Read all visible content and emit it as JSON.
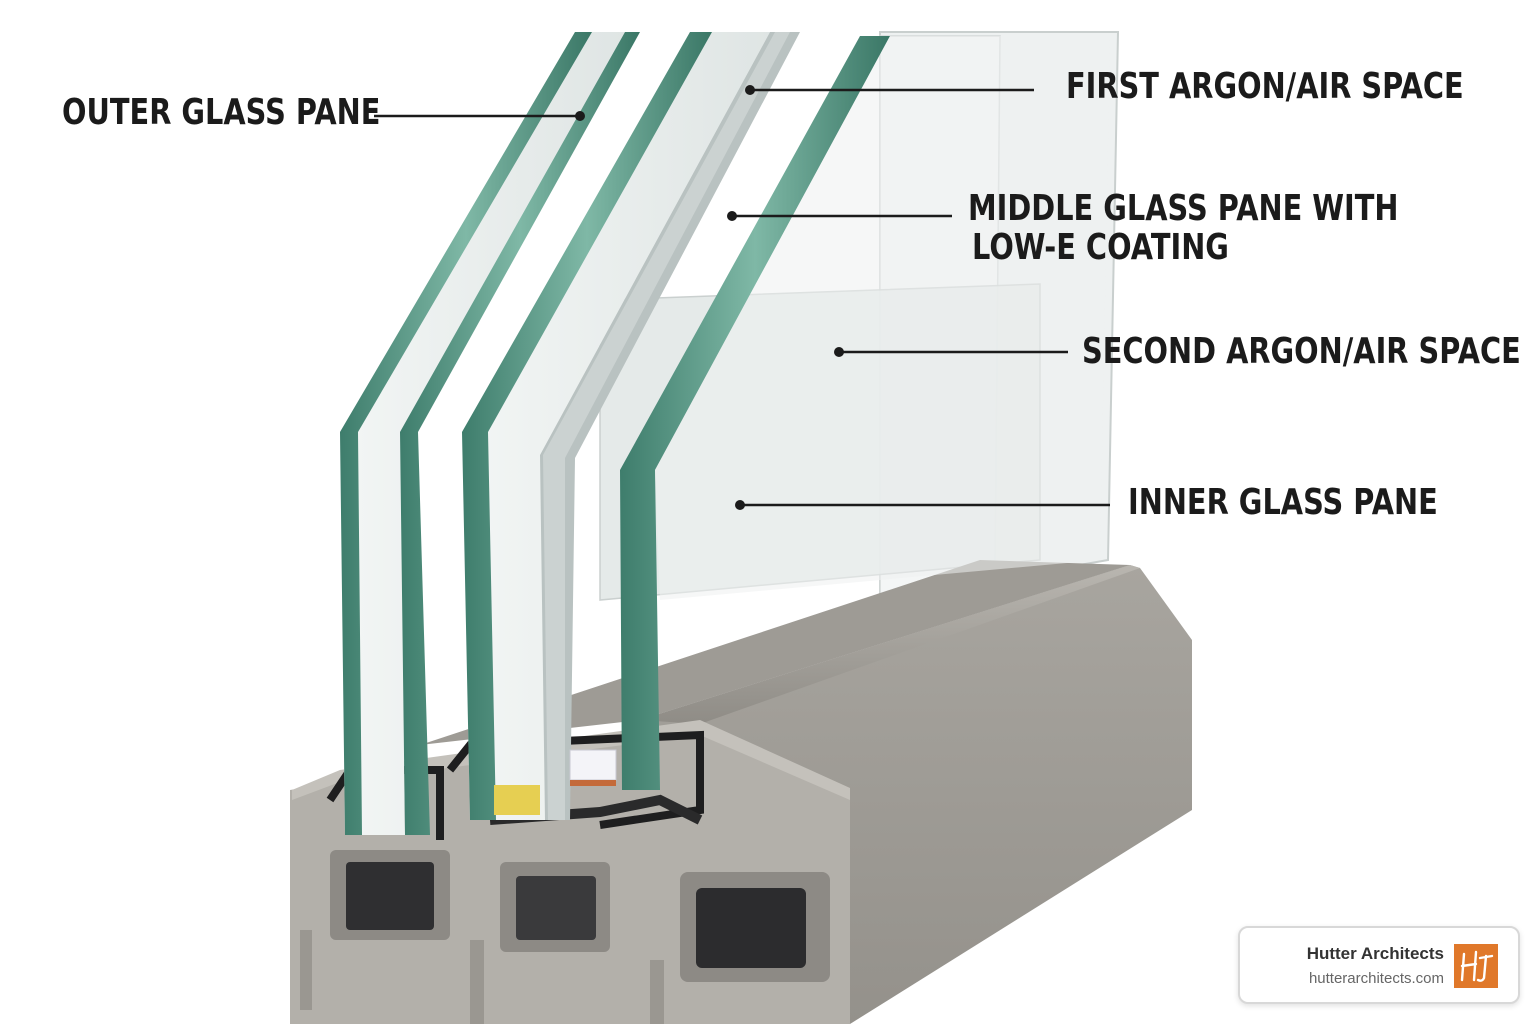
{
  "labels": {
    "outer_glass_pane": "OUTER GLASS PANE",
    "first_space": "FIRST ARGON/AIR SPACE",
    "middle_pane_line1": "MIDDLE GLASS PANE WITH",
    "middle_pane_line2": "LOW-E COATING",
    "second_space": "SECOND ARGON/AIR SPACE",
    "inner_glass_pane": "INNER GLASS PANE"
  },
  "credit": {
    "name": "Hutter Architects",
    "url": "hutterarchitects.com",
    "logo_icon": "hutter-architects-logo-icon"
  },
  "colors": {
    "glass_edge": "#4f8f7e",
    "glass_face": "#e9eeee",
    "frame": "#a9a6a0",
    "label_text": "#1b1b1b",
    "logo": "#e0782a",
    "spacer_yellow": "#e6cf52"
  }
}
